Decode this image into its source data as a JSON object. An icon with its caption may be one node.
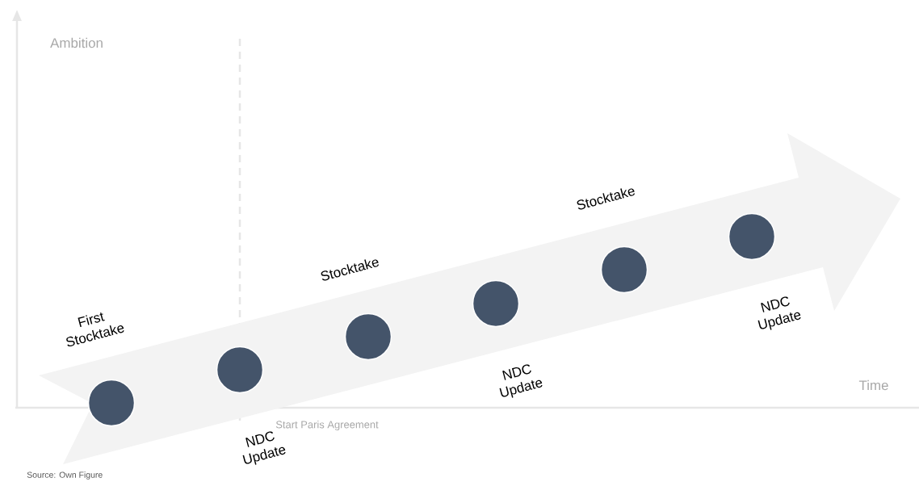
{
  "diagram": {
    "caption": "Source: Own Figure",
    "nodes": [
      {
        "text": [],
        "shape": "circle",
        "beside": [
          "First Stocktake"
        ]
      },
      {
        "text": [],
        "shape": "circle",
        "beside": [
          "NDC Update"
        ]
      },
      {
        "text": [],
        "shape": "circle",
        "beside": [
          "Stocktake"
        ]
      },
      {
        "text": [],
        "shape": "circle",
        "beside": [
          "NDC Update"
        ]
      },
      {
        "text": [],
        "shape": "circle",
        "beside": [
          "Stocktake"
        ]
      },
      {
        "text": [],
        "shape": "circle",
        "beside": [
          "NDC Update"
        ]
      }
    ],
    "labels": [
      "Ambition",
      "Time",
      "Start Paris Agreement"
    ]
  }
}
